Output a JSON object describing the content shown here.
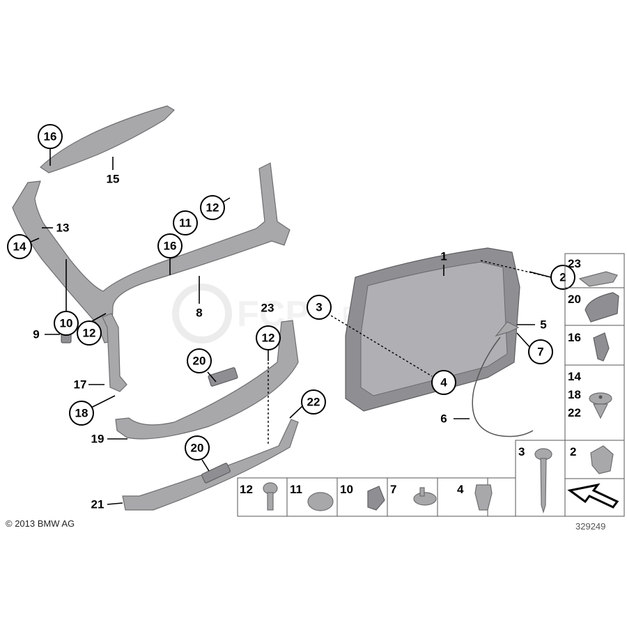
{
  "diagram": {
    "callouts": {
      "c16a": "16",
      "c15": "15",
      "c13": "13",
      "c14": "14",
      "c12a": "12",
      "c11": "11",
      "c16b": "16",
      "c8": "8",
      "c10": "10",
      "c9": "9",
      "c12b": "12",
      "c23": "23",
      "c3": "3",
      "c12c": "12",
      "c20a": "20",
      "c17": "17",
      "c18": "18",
      "c19": "19",
      "c22": "22",
      "c20b": "20",
      "c21": "21",
      "c1": "1",
      "c2": "2",
      "c5": "5",
      "c7": "7",
      "c4": "4",
      "c6": "6"
    },
    "legend_cells": {
      "r23": "23",
      "r20": "20",
      "r16": "16",
      "r14": "14",
      "r18": "18",
      "r22": "22",
      "r2": "2",
      "r3": "3",
      "b12": "12",
      "b11": "11",
      "b10": "10",
      "b7": "7",
      "b4": "4"
    },
    "copyright": "© 2013 BMW AG",
    "diagram_number": "329249",
    "watermark": "FCP EURO"
  }
}
